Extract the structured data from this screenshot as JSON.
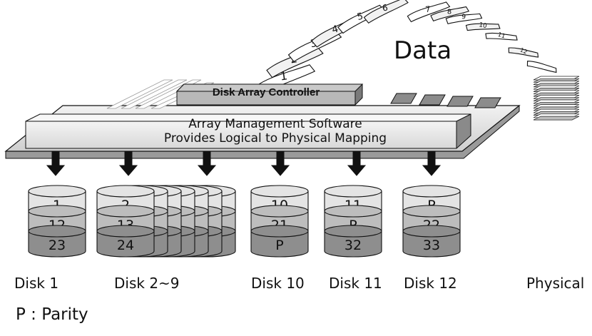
{
  "labels": {
    "data": "Data",
    "controller": "Disk Array Controller",
    "software_line1": "Array Management Software",
    "software_line2": "Provides Logical to Physical Mapping",
    "physical": "Physical",
    "legend": "P : Parity"
  },
  "data_pages": [
    "1",
    "2",
    "3",
    "4",
    "5",
    "6",
    "7",
    "8",
    "9",
    "10",
    "11",
    "12"
  ],
  "disks": [
    {
      "name": "Disk 1",
      "blocks": [
        "1",
        "12",
        "23"
      ],
      "stacked": false
    },
    {
      "name": "Disk 2~9",
      "blocks": [
        "2",
        "13",
        "24"
      ],
      "stacked": true
    },
    {
      "name": "Disk 10",
      "blocks": [
        "10",
        "21",
        "P"
      ],
      "stacked": false
    },
    {
      "name": "Disk 11",
      "blocks": [
        "11",
        "P",
        "32"
      ],
      "stacked": false
    },
    {
      "name": "Disk 12",
      "blocks": [
        "P",
        "22",
        "33"
      ],
      "stacked": false
    }
  ],
  "colors": {
    "board": "#dcdcdc",
    "software_bar": "#e6e6e6",
    "controller": "#b8b8b8",
    "chip": "#8c8c8c",
    "tier_top": "#e4e4e4",
    "tier_mid": "#bdbdbd",
    "tier_bottom": "#8e8e8e",
    "arrow": "#111111"
  }
}
